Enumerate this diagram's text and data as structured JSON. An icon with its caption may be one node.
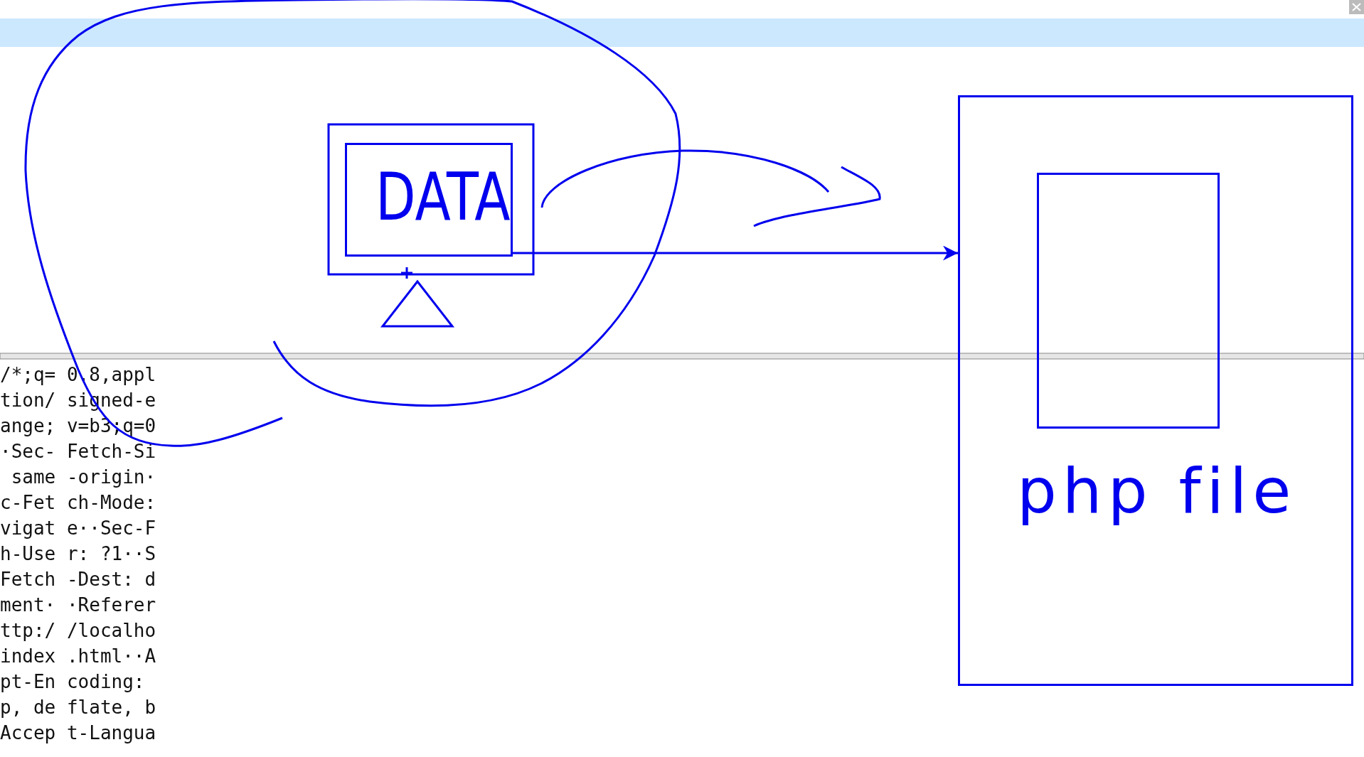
{
  "diagram": {
    "nodes": [
      {
        "text": [
          "DATA"
        ]
      },
      {
        "text": [
          "php file"
        ]
      },
      {
        "text": [],
        "shape": "box",
        "in": 1
      }
    ],
    "edges": [
      {
        "from": 0,
        "to": 1,
        "arrow": "to"
      }
    ],
    "labels": [
      "/*;q= 0.8,appl",
      "tion/ signed-e",
      "ange; v=b3;q=0",
      "·Sec- Fetch-Si",
      " same -origin·",
      "c-Fet ch-Mode:",
      "vigat e··Sec-F",
      "h-Use r: ?1··S",
      "Fetch -Dest: d",
      "ment· ·Referer",
      "ttp:/ /localho",
      "index .html··A",
      "pt-En coding:",
      "p, de flate, b",
      "Accep t-Langua"
    ]
  }
}
